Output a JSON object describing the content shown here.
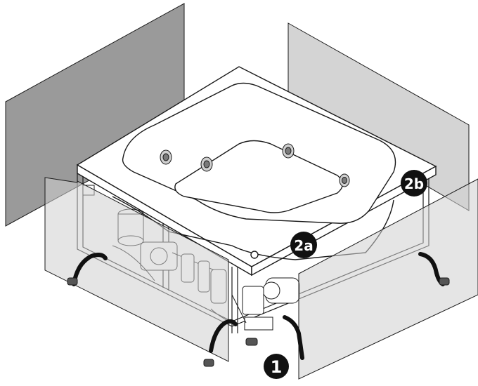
{
  "callouts": [
    {
      "id": "callout-1",
      "label": "1"
    },
    {
      "id": "callout-2a",
      "label": "2a"
    },
    {
      "id": "callout-2b",
      "label": "2b"
    }
  ],
  "colors": {
    "back_panel": "#9a9a9a",
    "back_panel_light": "#d4d4d4",
    "front_panel_fill": "#d9d9d9",
    "outline": "#1a1a1a",
    "callout_fill": "#111111",
    "callout_text": "#ffffff"
  },
  "icons": [
    "jet-nozzle-icon",
    "seal-strip-icon",
    "pump-icon",
    "adjustable-foot-icon"
  ]
}
